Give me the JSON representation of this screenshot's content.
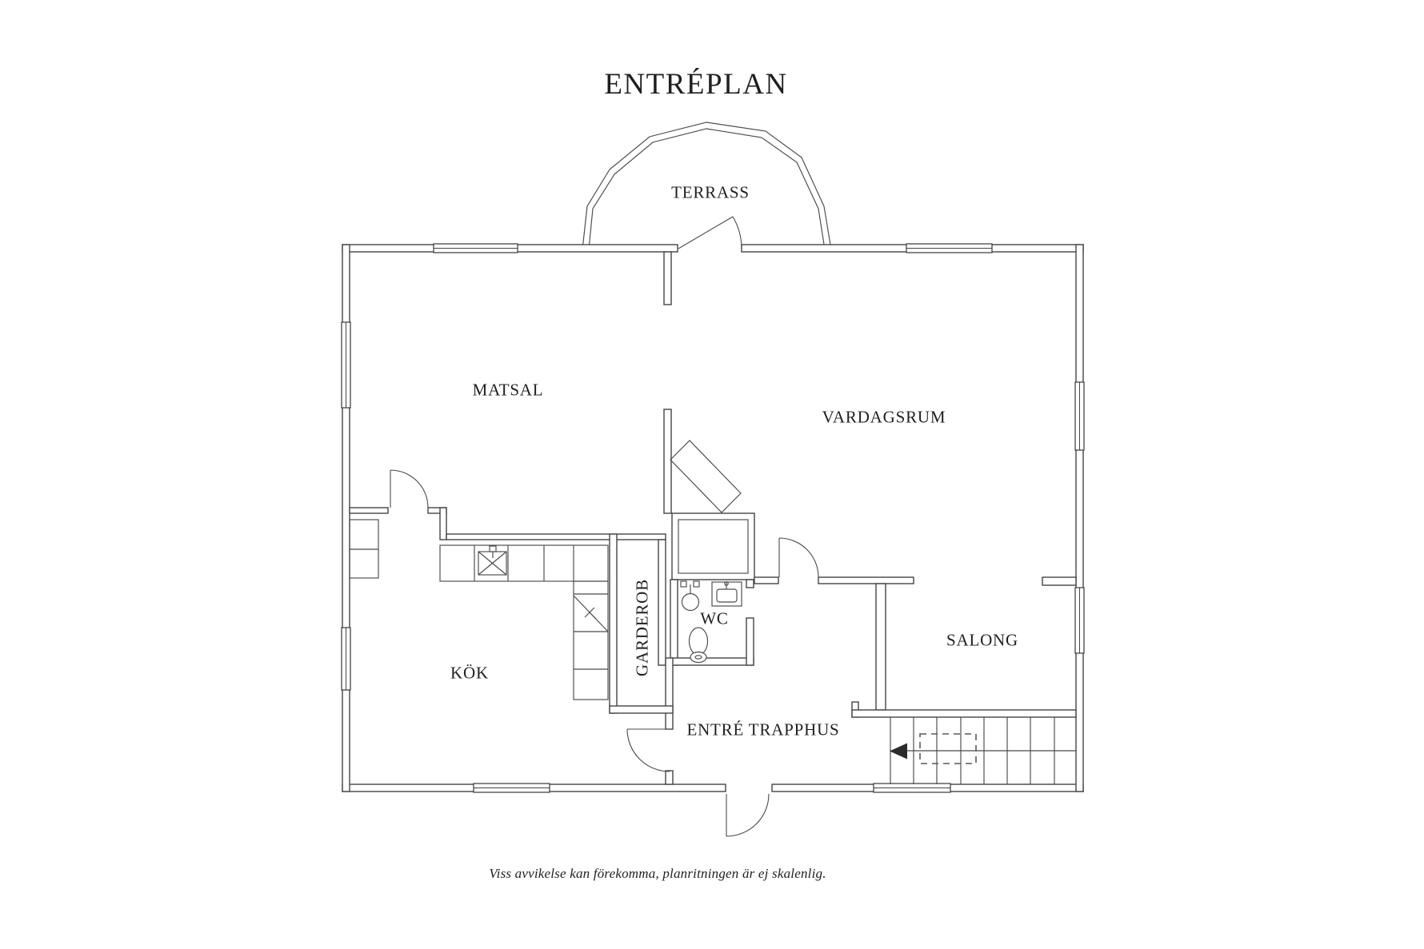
{
  "title": "ENTRÉPLAN",
  "rooms": {
    "terrass": "TERRASS",
    "matsal": "MATSAL",
    "vardagsrum": "VARDAGSRUM",
    "garderob": "GARDEROB",
    "wc": "WC",
    "kok": "KÖK",
    "salong": "SALONG",
    "entre_trapphus": "ENTRÉ TRAPPHUS"
  },
  "footer": {
    "disclaimer": "Viss avvikelse kan förekomma, planritningen är ej skalenlig."
  },
  "colors": {
    "background": "#ffffff",
    "line": "#454545",
    "text": "#1f1f1f"
  }
}
